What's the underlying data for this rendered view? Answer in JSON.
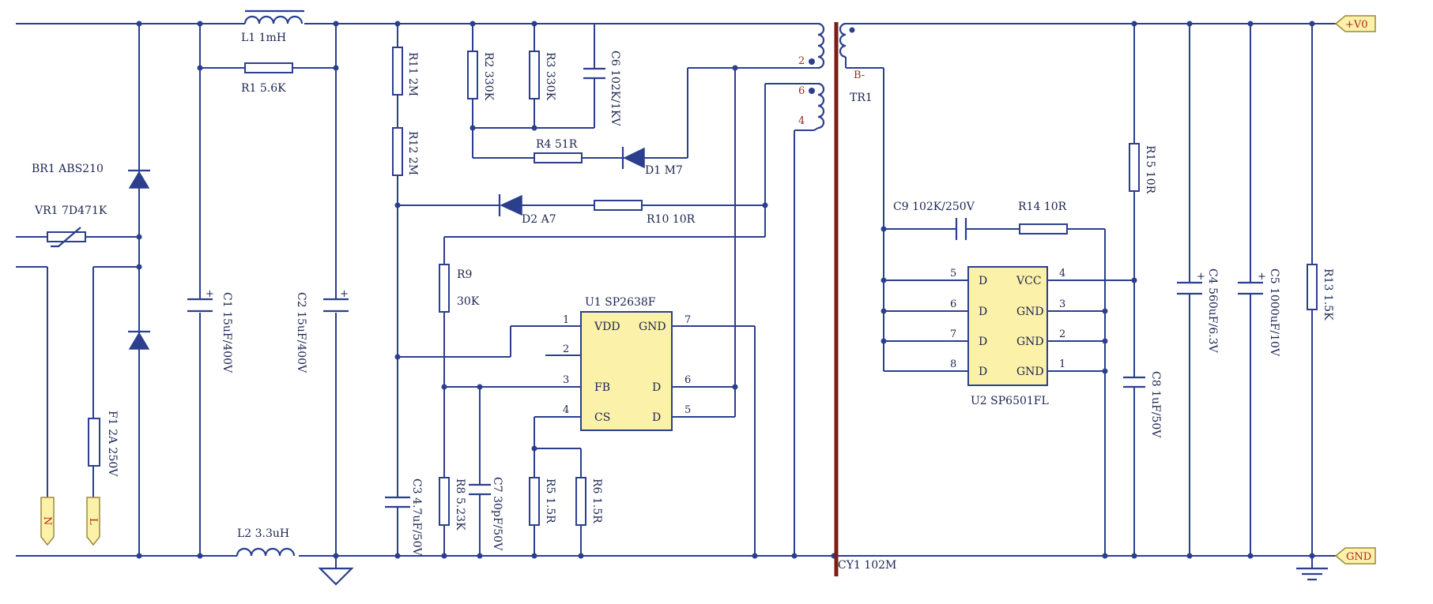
{
  "nets": {
    "top_right": "+V0",
    "gnd_right": "GND",
    "neutral": "N",
    "line": "L"
  },
  "labels": {
    "L1": "L1   1mH",
    "R1": "R1   5.6K",
    "L2": "L2   3.3uH",
    "BR1": "BR1   ABS210",
    "VR1": "VR1   7D471K",
    "F1": "F1   2A  250V",
    "C1": "C1   15uF/400V",
    "C2": "C2   15uF/400V",
    "R11": "R11 2M",
    "R12": "R12 2M",
    "R2": "R2  330K",
    "R3": "R3  330K",
    "C6": "C6  102K/1KV",
    "R4": "R4   51R",
    "D1": "D1  M7",
    "D2": "D2   A7",
    "R10": "R10  10R",
    "R9": "R9",
    "R9_val": "30K",
    "C3": "C3   4.7uF/50V",
    "R8": "R8   5.23K",
    "C7": "C7   30pF/50V",
    "R5": "R5   1.5R",
    "R6": "R6   1.5R",
    "TR1": "TR1",
    "B": "B-",
    "CY1": "CY1   102M",
    "C9": "C9  102K/250V",
    "R14": "R14  10R",
    "R15": "R15  10R",
    "C8": "C8   1uF/50V",
    "C4": "C4   560uF/6.3V",
    "C5": "C5   1000uF/10V",
    "R13": "R13  1.5K"
  },
  "transformer_pins": {
    "p2": "2",
    "p6": "6",
    "p4": "4"
  },
  "u1": {
    "title": "U1    SP2638F",
    "pins_left": [
      "VDD",
      "",
      "FB",
      "CS"
    ],
    "pins_right": [
      "GND",
      "D",
      "D"
    ],
    "pin_numbers_left": [
      "1",
      "2",
      "3",
      "4"
    ],
    "pin_numbers_right": [
      "7",
      "6",
      "5"
    ]
  },
  "u2": {
    "title": "U2   SP6501FL",
    "pins_left": [
      "D",
      "D",
      "D",
      "D"
    ],
    "pins_right": [
      "VCC",
      "GND",
      "GND",
      "GND"
    ],
    "pin_numbers_left": [
      "5",
      "6",
      "7",
      "8"
    ],
    "pin_numbers_right": [
      "4",
      "3",
      "2",
      "1"
    ]
  },
  "colors": {
    "wire": "#2b3f8e",
    "ic_fill": "#fbf1a8",
    "core": "#7a1f16",
    "tag_text": "#b3261e"
  }
}
